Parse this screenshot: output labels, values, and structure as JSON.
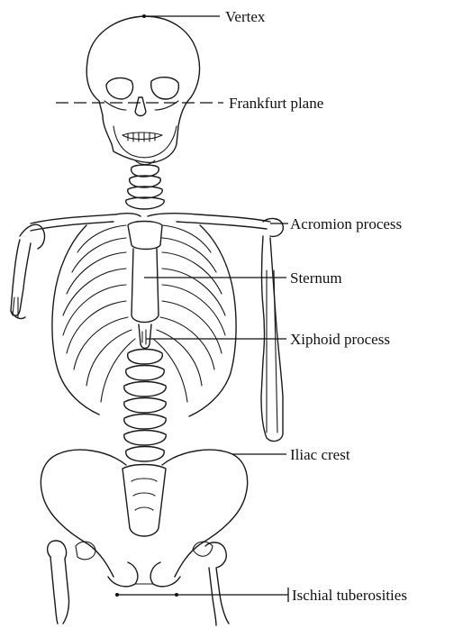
{
  "labels": {
    "vertex": "Vertex",
    "frankfurt_plane": "Frankfurt plane",
    "acromion_process": "Acromion process",
    "sternum": "Sternum",
    "xiphoid_process": "Xiphoid process",
    "iliac_crest": "Iliac crest",
    "ischial_tuberosities": "Ischial tuberosities"
  },
  "colors": {
    "line": "#1a1a1a",
    "background": "#ffffff"
  }
}
